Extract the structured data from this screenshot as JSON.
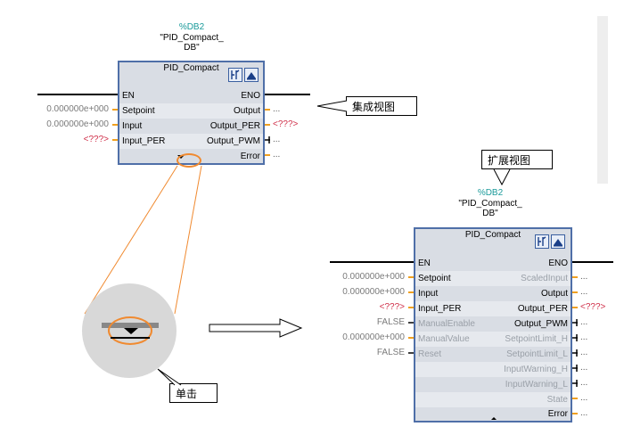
{
  "compact": {
    "db_id": "%DB2",
    "db_name_line1": "\"PID_Compact_",
    "db_name_line2": "DB\"",
    "title": "PID_Compact",
    "inputs": [
      {
        "pin": "EN",
        "value": ""
      },
      {
        "pin": "Setpoint",
        "value": "0.000000e+000"
      },
      {
        "pin": "Input",
        "value": "0.000000e+000"
      },
      {
        "pin": "Input_PER",
        "value": "<???>"
      }
    ],
    "outputs": [
      {
        "pin": "ENO",
        "value": ""
      },
      {
        "pin": "Output",
        "value": "..."
      },
      {
        "pin": "Output_PER",
        "value": "<???>"
      },
      {
        "pin": "Output_PWM",
        "value": "..."
      },
      {
        "pin": "Error",
        "value": "..."
      }
    ]
  },
  "extended": {
    "db_id": "%DB2",
    "db_name_line1": "\"PID_Compact_",
    "db_name_line2": "DB\"",
    "title": "PID_Compact",
    "inputs": [
      {
        "pin": "EN",
        "value": ""
      },
      {
        "pin": "Setpoint",
        "value": "0.000000e+000"
      },
      {
        "pin": "Input",
        "value": "0.000000e+000"
      },
      {
        "pin": "Input_PER",
        "value": "<???>"
      },
      {
        "pin": "ManualEnable",
        "value": "FALSE"
      },
      {
        "pin": "ManualValue",
        "value": "0.000000e+000"
      },
      {
        "pin": "Reset",
        "value": "FALSE"
      }
    ],
    "outputs": [
      {
        "pin": "ENO",
        "value": ""
      },
      {
        "pin": "ScaledInput",
        "value": "..."
      },
      {
        "pin": "Output",
        "value": "..."
      },
      {
        "pin": "Output_PER",
        "value": "<???>"
      },
      {
        "pin": "Output_PWM",
        "value": "..."
      },
      {
        "pin": "SetpointLimit_H",
        "value": "..."
      },
      {
        "pin": "SetpointLimit_L",
        "value": "..."
      },
      {
        "pin": "InputWarning_H",
        "value": "..."
      },
      {
        "pin": "InputWarning_L",
        "value": "..."
      },
      {
        "pin": "State",
        "value": "..."
      },
      {
        "pin": "Error",
        "value": "..."
      }
    ]
  },
  "callouts": {
    "integrated_view": "集成视图",
    "extended_view": "扩展视图",
    "single_click": "单击"
  },
  "colors": {
    "block_border": "#4f6fa8",
    "db_id": "#1a9a9a",
    "highlight": "#f08a30",
    "unassigned": "#d0304a"
  }
}
